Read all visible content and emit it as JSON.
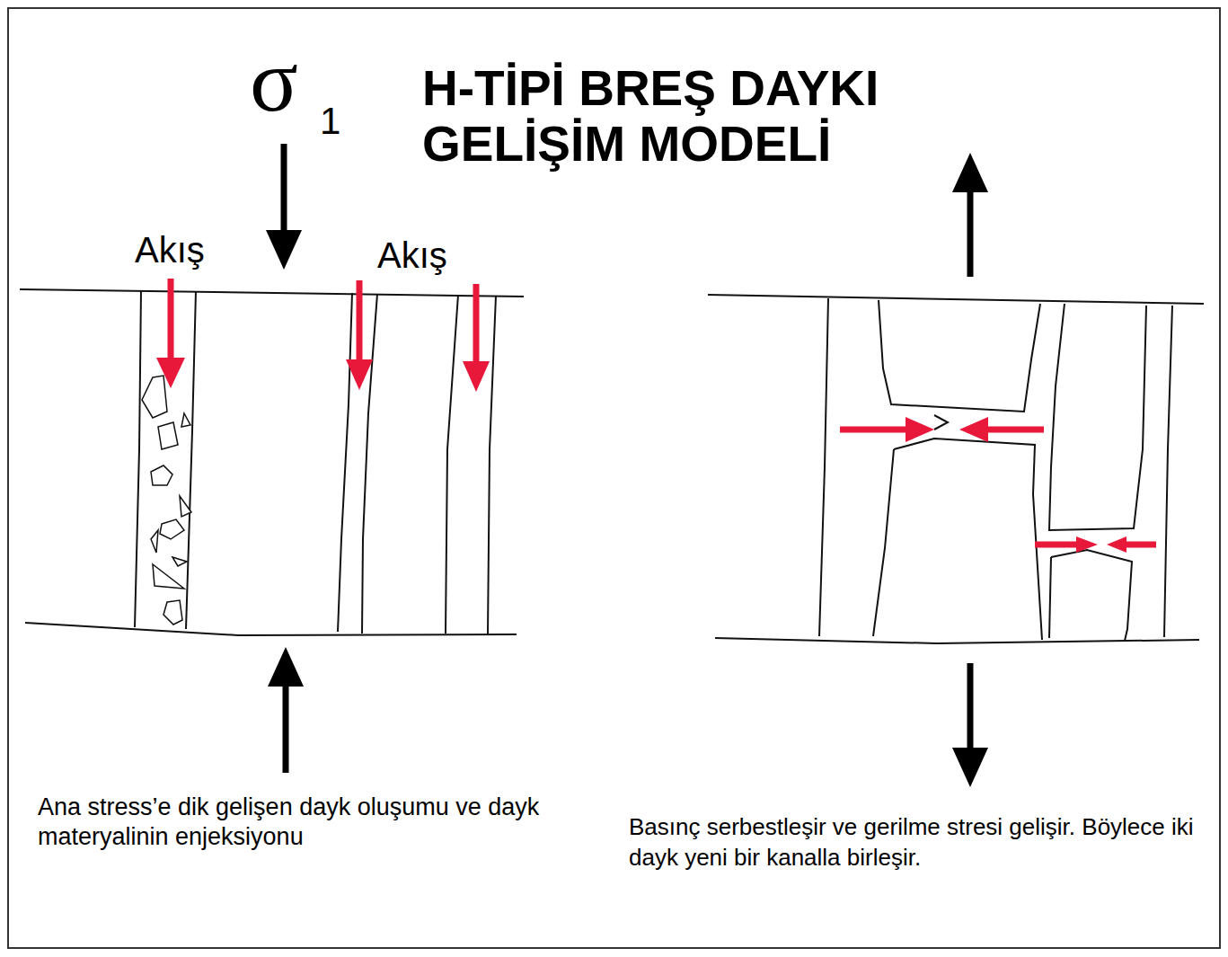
{
  "diagram": {
    "title": "H-TİPİ BREŞ DAYKI GELİŞİM MODELİ",
    "labels": [
      "σ",
      "1",
      "Akış",
      "Akış",
      "Ana stress’e dik gelişen dayk oluşumu ve dayk materyalinin enjeksiyonu",
      "Basınç serbestleşir ve gerilme stresi gelişir. Böylece iki dayk yeni bir kanalla birleşir."
    ]
  }
}
